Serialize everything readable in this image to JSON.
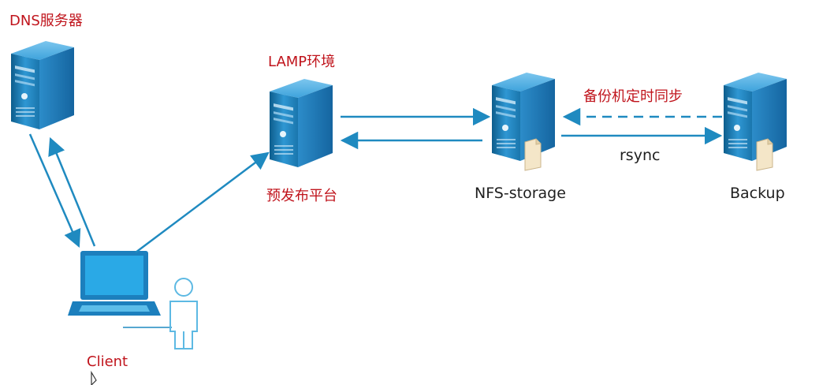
{
  "nodes": {
    "dns": {
      "label": "DNS服务器"
    },
    "lamp": {
      "top_label": "LAMP环境",
      "bottom_label": "预发布平台"
    },
    "nfs": {
      "label": "NFS-storage"
    },
    "backup": {
      "label": "Backup"
    },
    "client": {
      "label": "Client"
    }
  },
  "edges": {
    "sync_label": "备份机定时同步",
    "rsync_label": "rsync"
  },
  "colors": {
    "arrow": "#1f8ac0",
    "server_dark": "#0b4f78",
    "server_light": "#2f9ad8",
    "red_text": "#c0141c"
  }
}
